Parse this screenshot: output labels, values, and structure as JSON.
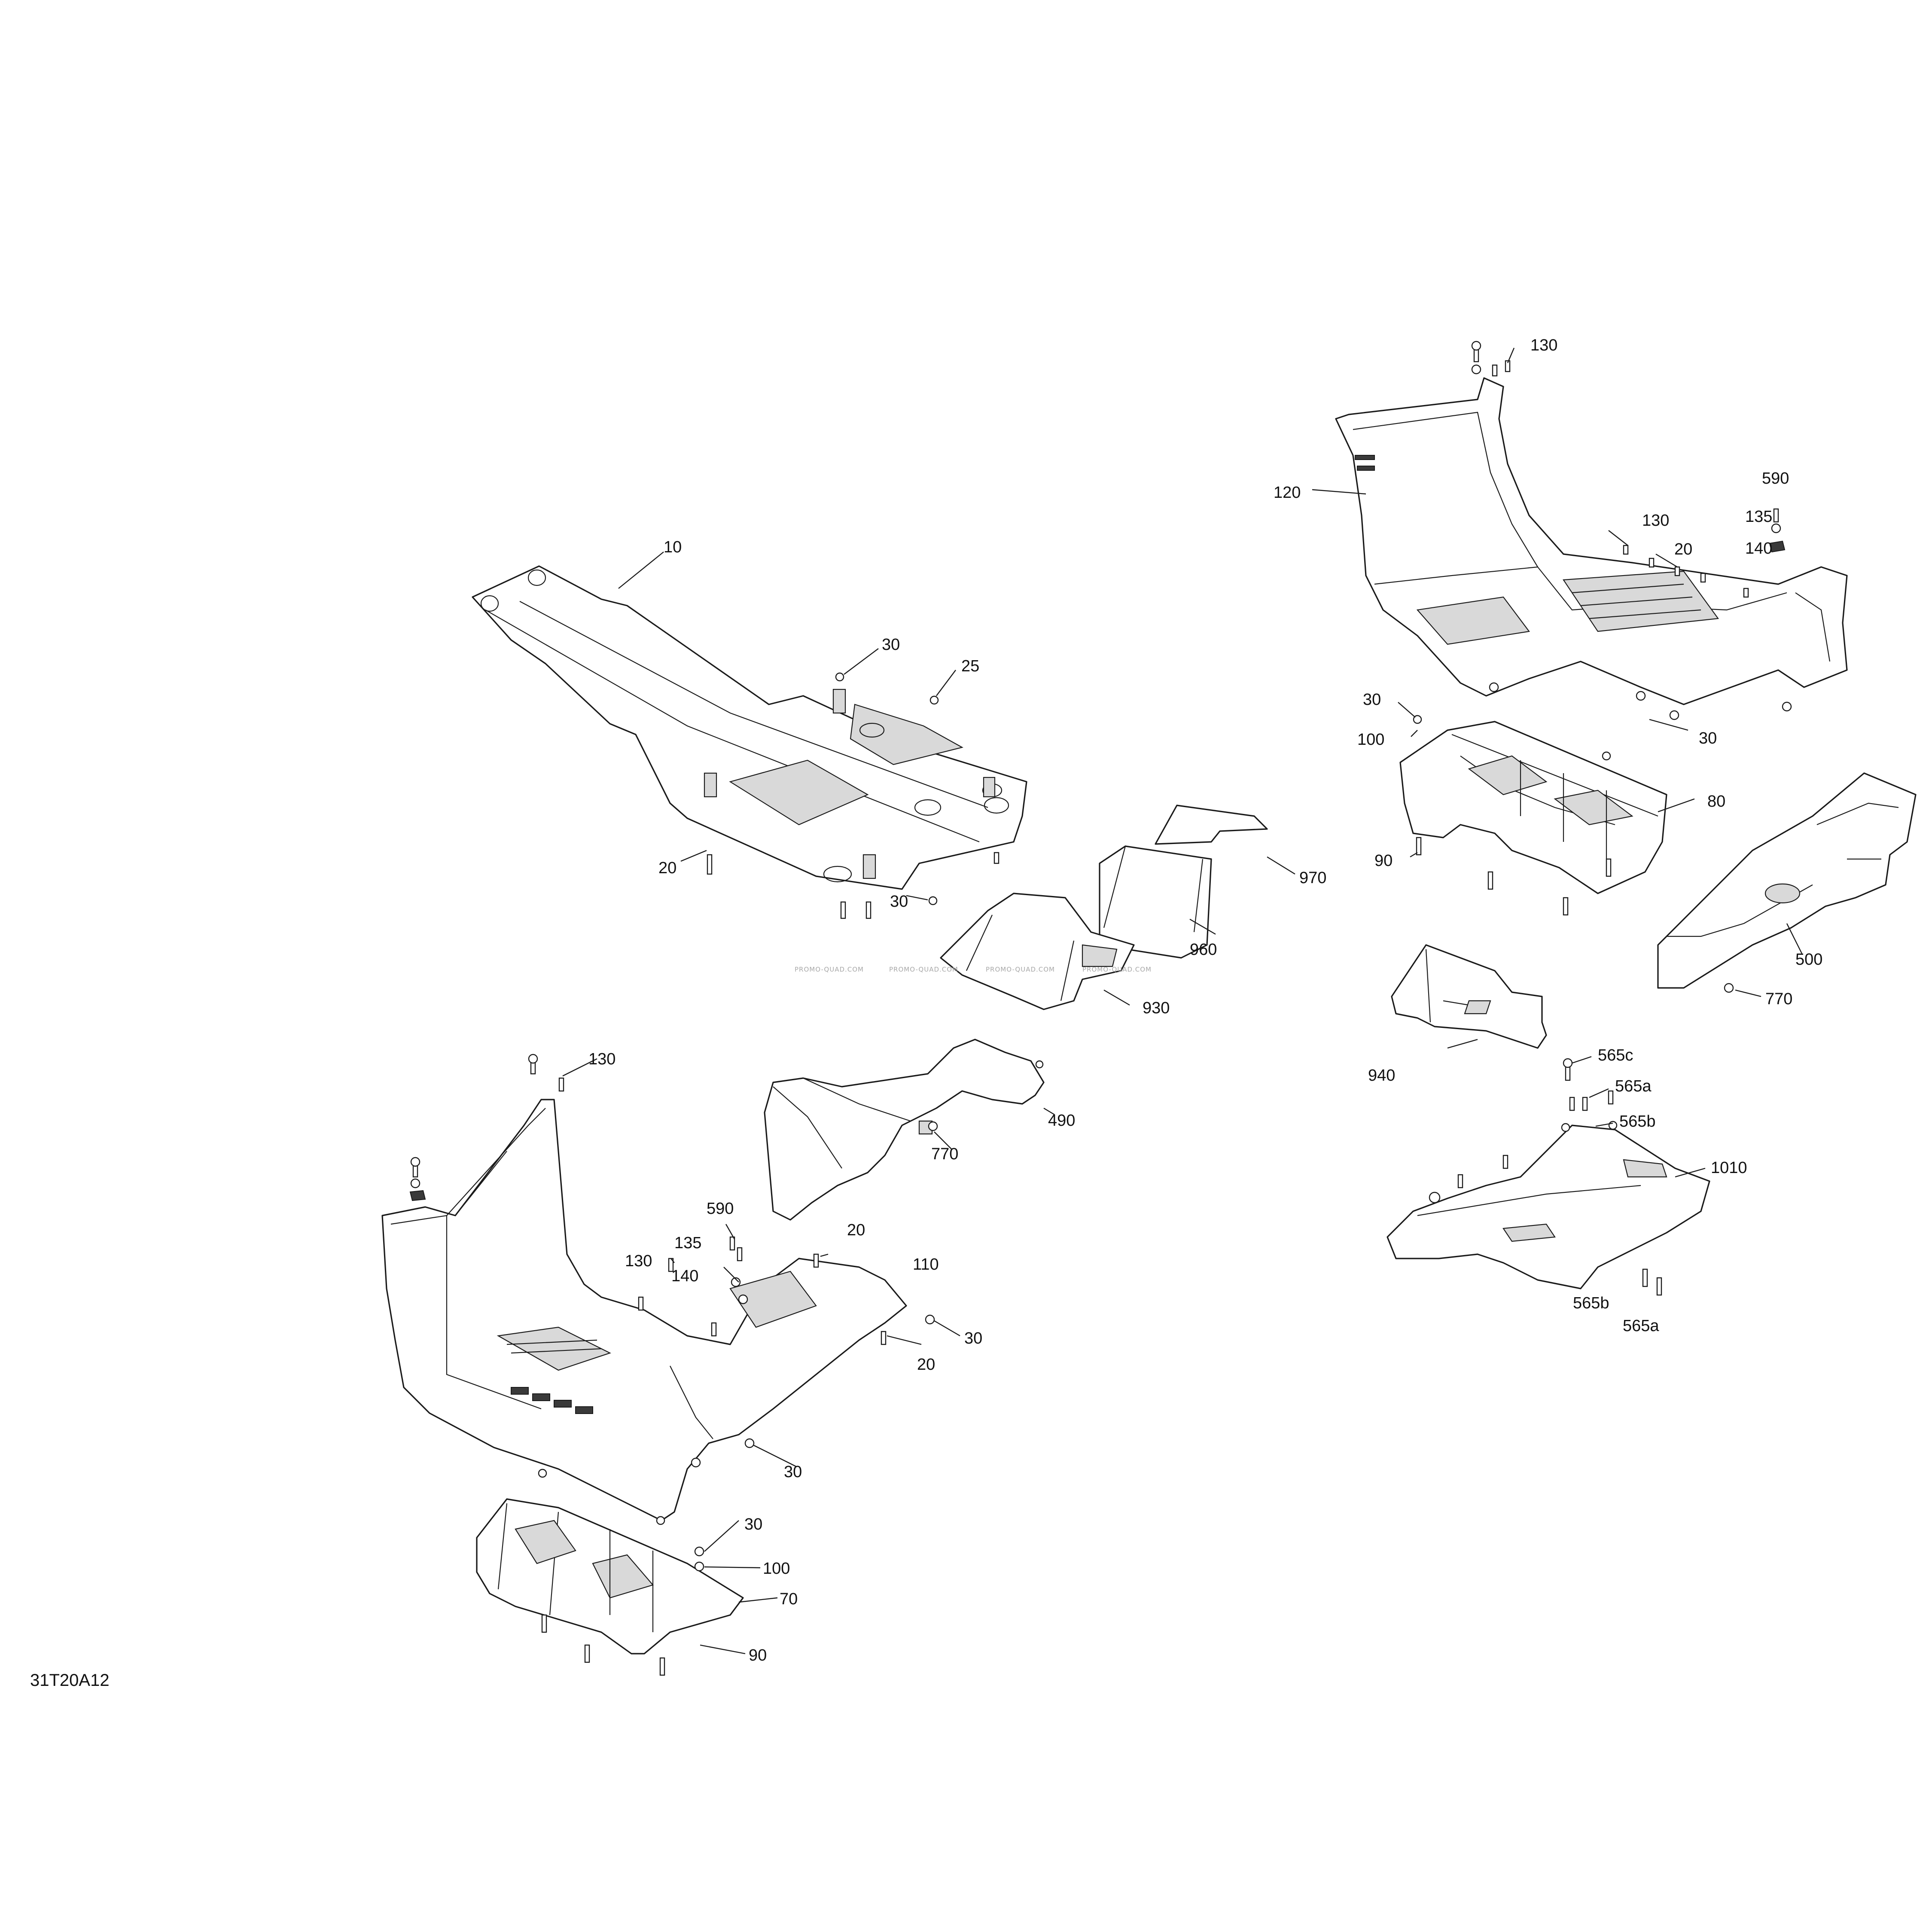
{
  "figure_reference": "31T20A12",
  "watermark_text": "PROMO-QUAD.COM",
  "callouts": {
    "c10": "10",
    "c20_a": "20",
    "c25": "25",
    "c30_a": "30",
    "c30_b": "30",
    "c130_a": "130",
    "c120": "120",
    "c590_a": "590",
    "c135_a": "135",
    "c140_a": "140",
    "c130_b": "130",
    "c20_b": "20",
    "c30_c": "30",
    "c100_a": "100",
    "c30_d": "30",
    "c80": "80",
    "c90_a": "90",
    "c970": "970",
    "c960": "960",
    "c930": "930",
    "c500": "500",
    "c770_a": "770",
    "c940": "940",
    "c130_c": "130",
    "c490": "490",
    "c770_b": "770",
    "c565c": "565c",
    "c565a_a": "565a",
    "c565b_a": "565b",
    "c1010": "1010",
    "c565b_b": "565b",
    "c565a_b": "565a",
    "c590_b": "590",
    "c20_c": "20",
    "c135_b": "135",
    "c130_d": "130",
    "c110": "110",
    "c140_b": "140",
    "c30_e": "30",
    "c20_d": "20",
    "c30_f": "30",
    "c30_g": "30",
    "c100_b": "100",
    "c70": "70",
    "c90_b": "90"
  }
}
